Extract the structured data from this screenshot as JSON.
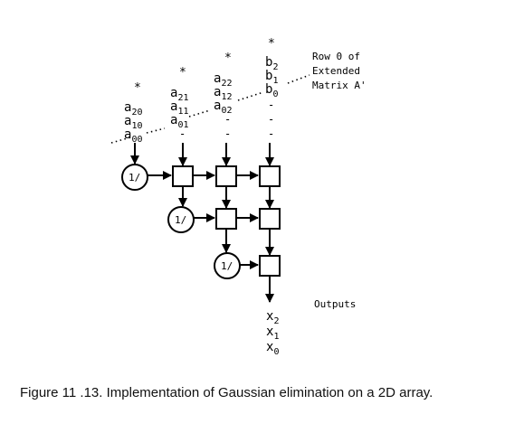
{
  "figure": {
    "caption": "Figure 11 .13. Implementation of Gaussian elimination on a 2D array.",
    "recip_label": "1/",
    "star": "*",
    "dash": "-",
    "row_note": [
      "Row 0 of",
      "Extended",
      "Matrix A'"
    ],
    "outputs_label": "Outputs",
    "columns": [
      {
        "id": "c0",
        "entries": [
          [
            "a",
            "20"
          ],
          [
            "a",
            "10"
          ],
          [
            "a",
            "00"
          ]
        ]
      },
      {
        "id": "c1",
        "entries": [
          [
            "a",
            "21"
          ],
          [
            "a",
            "11"
          ],
          [
            "a",
            "01"
          ]
        ]
      },
      {
        "id": "c2",
        "entries": [
          [
            "a",
            "22"
          ],
          [
            "a",
            "12"
          ],
          [
            "a",
            "02"
          ]
        ]
      },
      {
        "id": "c3",
        "entries": [
          [
            "b",
            "2"
          ],
          [
            "b",
            "1"
          ],
          [
            "b",
            "0"
          ]
        ]
      }
    ],
    "outputs": [
      [
        "x",
        "2"
      ],
      [
        "x",
        "1"
      ],
      [
        "x",
        "0"
      ]
    ]
  }
}
